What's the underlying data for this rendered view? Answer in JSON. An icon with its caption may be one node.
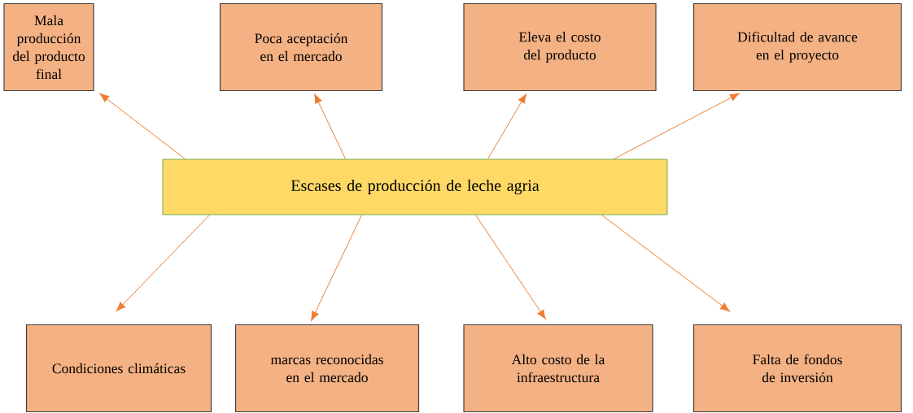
{
  "diagram": {
    "nodes": [
      {
        "text": [
          "Mala producción del producto final"
        ]
      },
      {
        "text": [
          "Poca aceptación en el mercado"
        ]
      },
      {
        "text": [
          "Eleva el costo del producto"
        ]
      },
      {
        "text": [
          "Dificultad de avance en el proyecto"
        ]
      },
      {
        "text": [
          "Escases de producción de leche agria"
        ]
      },
      {
        "text": [
          "Condiciones climáticas"
        ]
      },
      {
        "text": [
          "marcas reconocidas en el mercado"
        ]
      },
      {
        "text": [
          "Alto costo de la infraestructura"
        ]
      },
      {
        "text": [
          "Falta de fondos de inversión"
        ]
      }
    ],
    "edges": [
      {
        "from": 4,
        "to": 0,
        "arrow": "to"
      },
      {
        "from": 4,
        "to": 1,
        "arrow": "to"
      },
      {
        "from": 4,
        "to": 2,
        "arrow": "to"
      },
      {
        "from": 4,
        "to": 3,
        "arrow": "to"
      },
      {
        "from": 4,
        "to": 5,
        "arrow": "to"
      },
      {
        "from": 4,
        "to": 6,
        "arrow": "to"
      },
      {
        "from": 4,
        "to": 7,
        "arrow": "to"
      },
      {
        "from": 4,
        "to": 8,
        "arrow": "to"
      }
    ]
  }
}
